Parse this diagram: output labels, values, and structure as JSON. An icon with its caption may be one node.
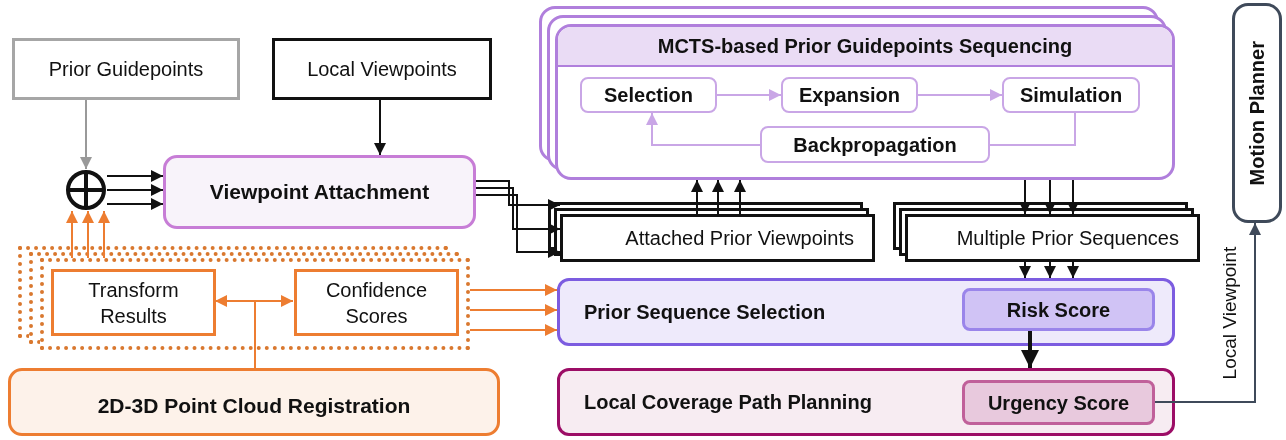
{
  "diagram": {
    "nodes": [
      {
        "text": [
          "Prior Guidepoints"
        ]
      },
      {
        "text": [
          "Local Viewpoints"
        ]
      },
      {
        "text": [],
        "shape": "circle"
      },
      {
        "text": [
          "Viewpoint Attachment"
        ]
      },
      {
        "text": [],
        "shape": "box"
      },
      {
        "text": [
          "Transform Results"
        ],
        "in": 4
      },
      {
        "text": [
          "Confidence Scores"
        ],
        "in": 4
      },
      {
        "text": [
          "2D-3D Point Cloud Registration"
        ]
      },
      {
        "text": [
          "MCTS-based Prior Guidepoints Sequencing"
        ]
      },
      {
        "text": [
          "Selection"
        ],
        "in": 8
      },
      {
        "text": [
          "Expansion"
        ],
        "in": 8
      },
      {
        "text": [
          "Simulation"
        ],
        "in": 8
      },
      {
        "text": [
          "Backpropagation"
        ],
        "in": 8
      },
      {
        "text": [
          "Attached Prior Viewpoints"
        ]
      },
      {
        "text": [
          "Multiple Prior Sequences"
        ]
      },
      {
        "text": [
          "Prior Sequence Selection"
        ]
      },
      {
        "text": [
          "Risk Score"
        ],
        "in": 15
      },
      {
        "text": [
          "Local Coverage Path Planning"
        ]
      },
      {
        "text": [
          "Urgency Score"
        ],
        "in": 17
      },
      {
        "text": [
          "Motion Planner"
        ]
      }
    ],
    "edges": [
      {
        "from": 0,
        "to": 2,
        "arrow": "to",
        "color": "#999999"
      },
      {
        "from": 1,
        "to": 3,
        "arrow": "to"
      },
      {
        "from": 2,
        "to": 3,
        "arrow": "to"
      },
      {
        "from": 2,
        "to": 3,
        "arrow": "to"
      },
      {
        "from": 2,
        "to": 3,
        "arrow": "to"
      },
      {
        "from": 4,
        "to": 2,
        "arrow": "to",
        "color": "#ed7d31"
      },
      {
        "from": 4,
        "to": 2,
        "arrow": "to",
        "color": "#ed7d31"
      },
      {
        "from": 4,
        "to": 2,
        "arrow": "to",
        "color": "#ed7d31"
      },
      {
        "from": 7,
        "to": 5,
        "arrow": "to",
        "color": "#ed7d31"
      },
      {
        "from": 7,
        "to": 6,
        "arrow": "to",
        "color": "#ed7d31"
      },
      {
        "from": 3,
        "to": 13,
        "arrow": "to"
      },
      {
        "from": 3,
        "to": 13,
        "arrow": "to"
      },
      {
        "from": 3,
        "to": 13,
        "arrow": "to"
      },
      {
        "from": 13,
        "to": 8,
        "arrow": "to"
      },
      {
        "from": 13,
        "to": 8,
        "arrow": "to"
      },
      {
        "from": 13,
        "to": 8,
        "arrow": "to"
      },
      {
        "from": 8,
        "to": 14,
        "arrow": "to"
      },
      {
        "from": 8,
        "to": 14,
        "arrow": "to"
      },
      {
        "from": 8,
        "to": 14,
        "arrow": "to"
      },
      {
        "from": 14,
        "to": 15,
        "arrow": "to"
      },
      {
        "from": 14,
        "to": 15,
        "arrow": "to"
      },
      {
        "from": 14,
        "to": 15,
        "arrow": "to"
      },
      {
        "from": 4,
        "to": 15,
        "arrow": "to",
        "color": "#ed7d31"
      },
      {
        "from": 4,
        "to": 15,
        "arrow": "to",
        "color": "#ed7d31"
      },
      {
        "from": 4,
        "to": 15,
        "arrow": "to",
        "color": "#ed7d31"
      },
      {
        "from": 16,
        "to": 17,
        "arrow": "to",
        "style": "thick"
      },
      {
        "from": 18,
        "to": 19,
        "arrow": "to",
        "label": "Local Viewpoint",
        "color": "#3f4a5a"
      },
      {
        "from": 9,
        "to": 10,
        "arrow": "to",
        "color": "#c9a6e6"
      },
      {
        "from": 10,
        "to": 11,
        "arrow": "to",
        "color": "#c9a6e6"
      },
      {
        "from": 11,
        "to": 12,
        "arrow": "none",
        "color": "#c9a6e6"
      },
      {
        "from": 12,
        "to": 9,
        "arrow": "to",
        "color": "#c9a6e6"
      }
    ]
  }
}
